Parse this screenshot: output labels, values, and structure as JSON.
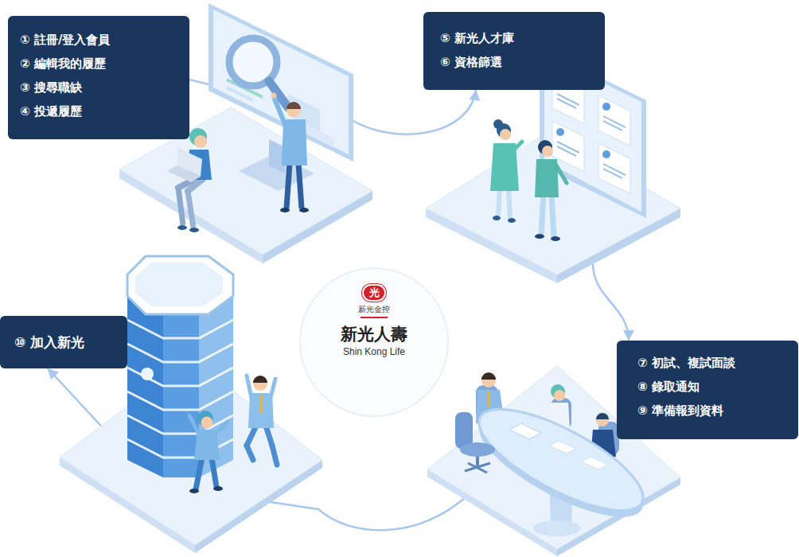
{
  "diagram": {
    "nodes": [
      {
        "text": [
          "① 註冊/登入會員",
          "② 編輯我的履歷",
          "③ 搜尋職缺",
          "④ 投遞履歷"
        ]
      },
      {
        "text": [
          "⑤ 新光人才庫",
          "⑥ 資格篩選"
        ]
      },
      {
        "text": [
          "⑦ 初試、複試面談",
          "⑧ 錄取通知",
          "⑨ 準備報到資料"
        ]
      },
      {
        "text": [
          "⑩ 加入新光"
        ]
      },
      {
        "text": [
          "新光金控",
          "新光人壽",
          "Shin Kong Life"
        ]
      },
      {
        "text": [
          "光"
        ],
        "in": 4
      }
    ],
    "edges": [
      {
        "from": 0,
        "to": 1,
        "arrow": "to"
      },
      {
        "from": 1,
        "to": 2,
        "arrow": "to"
      },
      {
        "from": 2,
        "to": 3,
        "arrow": "to"
      }
    ]
  }
}
